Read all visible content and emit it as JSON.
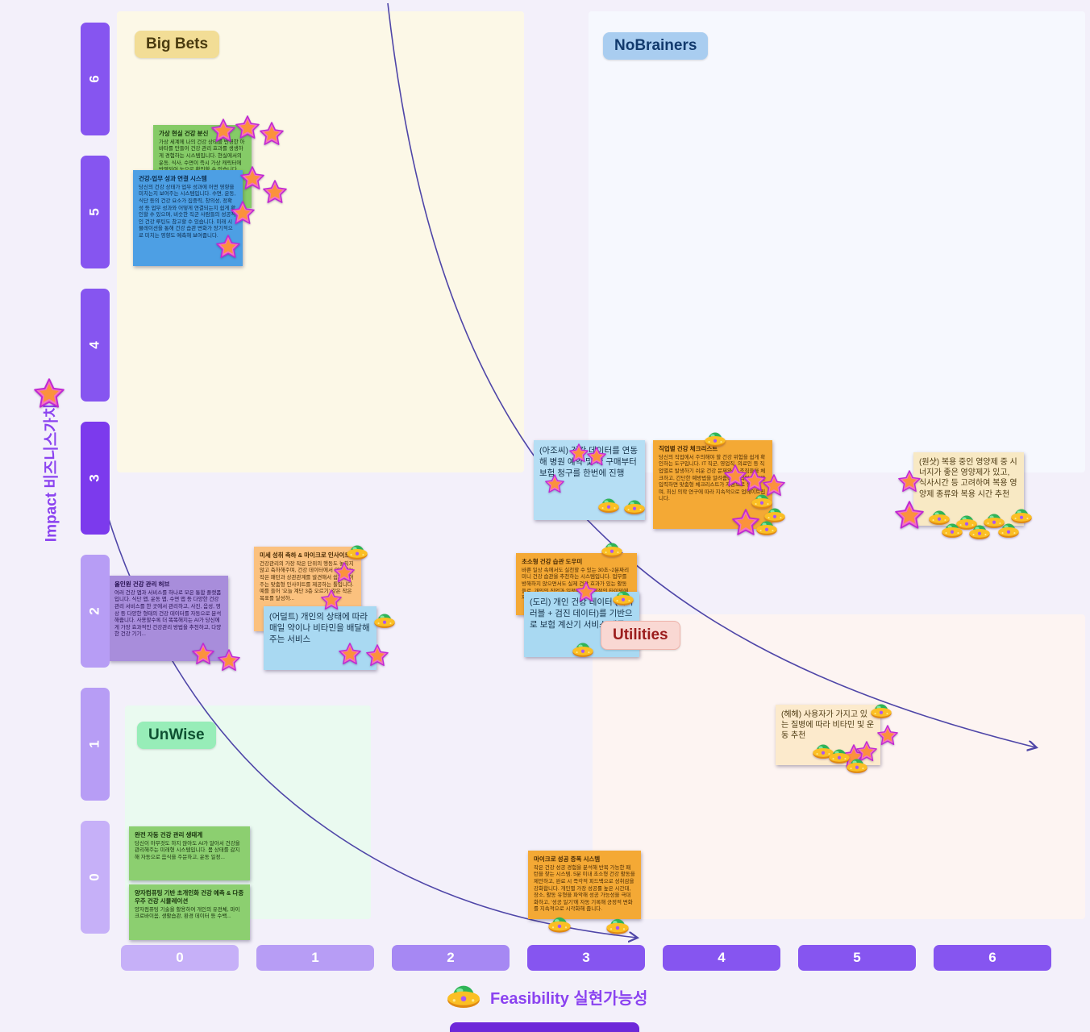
{
  "board": {
    "y_axis": {
      "label": "Impact 비즈니스가치",
      "ticks": [
        "6",
        "5",
        "4",
        "3",
        "2",
        "1",
        "0"
      ]
    },
    "x_axis": {
      "label": "Feasibility 실현가능성",
      "ticks": [
        "0",
        "1",
        "2",
        "3",
        "4",
        "5",
        "6"
      ]
    },
    "colors": {
      "axis_dark": "#8655f0",
      "axis_light": "#b79df5",
      "axis_lighter": "#c6b0f8",
      "curve": "#4f46a8",
      "background": "#f3f0fa"
    }
  },
  "icons": {
    "star": "star-sticker",
    "ufo": "ufo-sticker"
  },
  "quadrants": [
    {
      "id": "big-bets",
      "label": "Big Bets",
      "bg": "#fcf8e7",
      "badge_bg": "#f2dd96",
      "badge_text": "#4a3b10"
    },
    {
      "id": "nobrainers",
      "label": "NoBrainers",
      "bg": "#f6f8fe",
      "badge_bg": "#a9cdf0",
      "badge_text": "#123a6d"
    },
    {
      "id": "unwise",
      "label": "UnWise",
      "bg": "#eafaf0",
      "badge_bg": "#97edb8",
      "badge_text": "#0f5132"
    },
    {
      "id": "utilities",
      "label": "Utilities",
      "bg": "#fdf4f2",
      "badge_bg": "#f9d8d3",
      "badge_text": "#9b1c1c"
    }
  ],
  "notes": [
    {
      "title": "가상 현실 건강 분신",
      "body": "가상 세계에 나의 건강 상태를 반영한 아바타를 만들어 건강 관리 효과를 생생하게 경험하는 시스템입니다. 현실에서의 운동, 식사, 수면이 즉시 가상 캐릭터에 반영되어 눈으로 확인할 수 있습니다."
    },
    {
      "title": "건강-업무 성과 연결 시스템",
      "body": "당신의 건강 상태가 업무 성과에 어떤 영향을 미치는지 보여주는 시스템입니다. 수면, 운동, 식단 등의 건강 요소가 집중력, 창의성, 정확성 등 업무 성과와 어떻게 연결되는지 쉽게 확인할 수 있으며, 비슷한 직군 사람들의 성공적인 건강 루틴도 참고할 수 있습니다. 미래 시뮬레이션을 통해 건강 습관 변화가 장기적으로 미치는 영향도 예측해 보여줍니다."
    },
    {
      "title": "",
      "body": "(아조씨) 건강 데이터를 연동해 병원 예약 및 약 구매부터 보험 청구를 한번에 진행"
    },
    {
      "title": "직업별 건강 체크리스트",
      "body": "당신의 직업에서 주의해야 할 건강 위험을 쉽게 확인하는 도구입니다. IT 직군, 영업직, 의료인 등 직업별로 발생하기 쉬운 건강 문제와 그 조짐들을 체크하고, 간단한 예방법을 알려줍니다. 직업 정보만 입력하면 맞춤형 체크리스트가 자동으로 생성되며, 최신 의학 연구에 따라 지속적으로 업데이트됩니다."
    },
    {
      "title": "",
      "body": "(원샷) 복용 중인 영양제 중 시너지가 좋은 영양제가 있고, 식사시간 등 고려하여 복용 영양제 종류와 복용 시간 추천"
    },
    {
      "title": "미세 성취 축하 & 마이크로 인사이트",
      "body": "건강관리의 가장 작은 단위의 행동도 놓치지 않고 축하해주며, 건강 데이터에서 의미있는 작은 패턴과 상관관계를 발견해서 쉽게 풀어주는 맞춤형 인사이트를 제공하는 툴입니다. 예를 들어 '오늘 계단 3층 오르기' 같은 작은 목표를 달성하..."
    },
    {
      "title": "",
      "body": "(어덜트) 개인의 상태에 따라 매일 약이나 비타민을 배달해주는 서비스"
    },
    {
      "title": "올인원 건강 관리 허브",
      "body": "여러 건강 앱과 서비스를 하나로 모은 통합 플랫폼입니다. 식단 앱, 운동 앱, 수면 앱 등 다양한 건강 관리 서비스를 한 곳에서 관리하고, 사진, 음성, 영상 등 다양한 형태의 건강 데이터를 자동으로 분석해줍니다. 사용할수록 더 똑똑해지는 AI가 당신에게 가장 효과적인 건강관리 방법을 추천하고, 다양한 건강 기기..."
    },
    {
      "title": "초소형 건강 습관 도우미",
      "body": "바쁜 일상 속에서도 실천할 수 있는 30초~2분짜리 미니 건강 습관을 추천하는 시스템입니다. 업무를 방해하지 않으면서도 실제 건강 효과가 있는 활동들로, 개인의 직업과 일정에 맞춰 최적의 타이밍에 제안됩니다."
    },
    {
      "title": "",
      "body": "(도리) 개인 건강 데이터 (웨어러블 + 검진 데이터)를 기반으로 보험 계산기 서비스 제공"
    },
    {
      "title": "",
      "body": "(헤헤) 사용자가 가지고 있는 질병에 따라 비타민 및 운동 추천"
    },
    {
      "title": "완전 자동 건강 관리 생태계",
      "body": "당신이 아무것도 하지 않아도 AI가 알아서 건강을 관리해주는 미래형 시스템입니다. 몸 상태를 감지해 자동으로 음식을 주문하고, 운동 일정..."
    },
    {
      "title": "양자컴퓨팅 기반 초개인화 건강 예측 & 다중우주 건강 시뮬레이션",
      "body": "양자컴퓨팅 기술을 활용하여 개인의 유전체, 마이크로바이옴, 생활습관, 환경 데이터 등 수백..."
    },
    {
      "title": "마이크로 성공 증폭 시스템",
      "body": "작은 건강 성공 경험을 분석해 반복 가능한 패턴을 찾는 시스템. 5분 이내 초소형 건강 활동을 제안하고, 완료 시 즉각적 피드백으로 성취감을 강화합니다. 개인별 가장 성공률 높은 시간대, 장소, 활동 유형을 파악해 성공 가능성을 극대화하고, '성공 일기'에 자동 기록해 긍정적 변화를 지속적으로 시각화해 줍니다."
    }
  ]
}
